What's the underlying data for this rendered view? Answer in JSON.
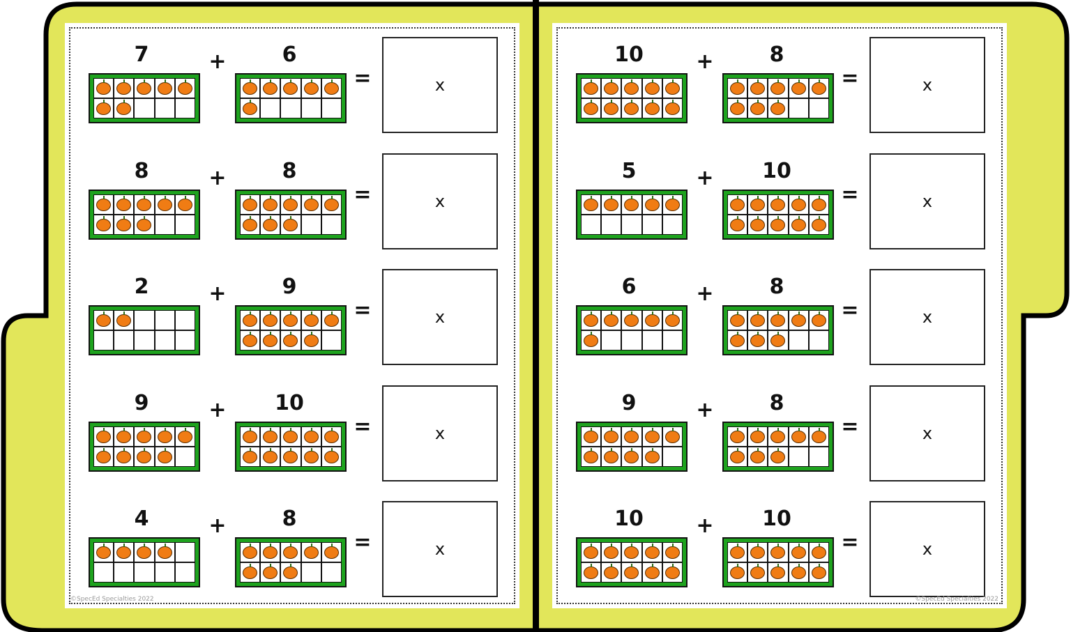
{
  "colors": {
    "folder": "#e2e65a",
    "frame": "#1ea31e",
    "pumpkin": "#f07c14"
  },
  "operator_plus": "+",
  "operator_equals": "=",
  "pages": [
    {
      "copyright": "©SpecEd Specialties 2022",
      "problems": [
        {
          "a": "7",
          "b": "6",
          "answer": "x"
        },
        {
          "a": "8",
          "b": "8",
          "answer": "x"
        },
        {
          "a": "2",
          "b": "9",
          "answer": "x"
        },
        {
          "a": "9",
          "b": "10",
          "answer": "x"
        },
        {
          "a": "4",
          "b": "8",
          "answer": "x"
        }
      ]
    },
    {
      "copyright": "©SpecEd Specialties 2022",
      "problems": [
        {
          "a": "10",
          "b": "8",
          "answer": "x"
        },
        {
          "a": "5",
          "b": "10",
          "answer": "x"
        },
        {
          "a": "6",
          "b": "8",
          "answer": "x"
        },
        {
          "a": "9",
          "b": "8",
          "answer": "x"
        },
        {
          "a": "10",
          "b": "10",
          "answer": "x"
        }
      ]
    }
  ]
}
